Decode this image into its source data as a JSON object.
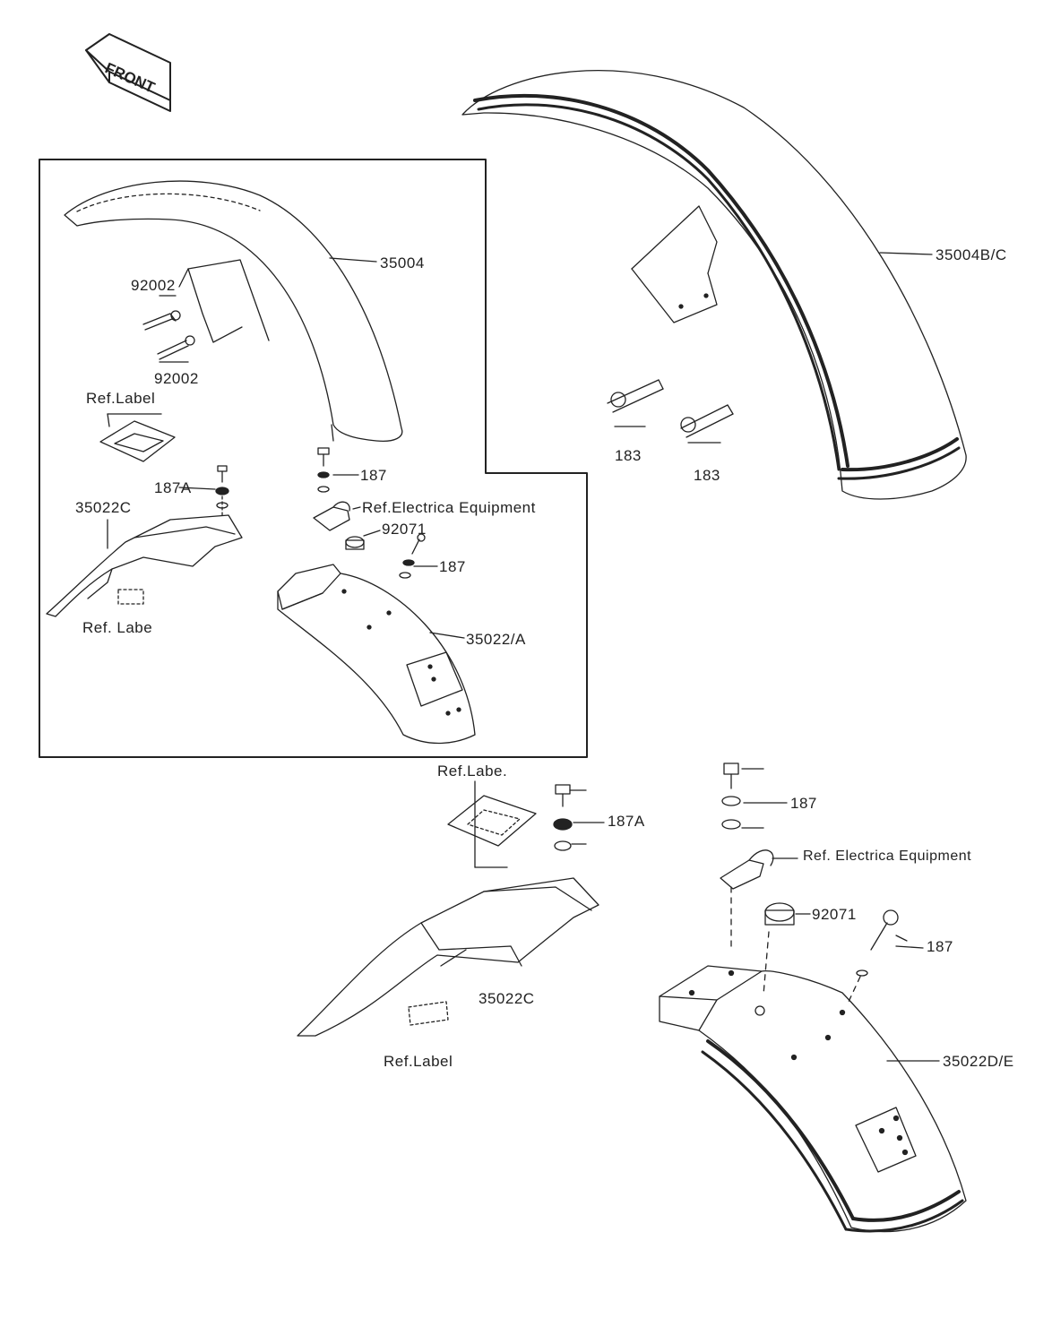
{
  "front_badge": {
    "text": "FRONT"
  },
  "labels": {
    "p35004": "35004",
    "p92002_top": "92002",
    "p92002_bottom": "92002",
    "ref_label_1": "Ref.Label",
    "p187A_1": "187A",
    "p35022C_1": "35022C",
    "ref_label_2": "Ref. Labe",
    "p187_1": "187",
    "ref_elec_1": "Ref.Electrica Equipment",
    "p92071_1": "92071",
    "p187_2": "187",
    "p35022A": "35022/A",
    "p35004BC": "35004B/C",
    "p183_1": "183",
    "p183_2": "183",
    "ref_label_3": "Ref.Labe.",
    "p187A_2": "187A",
    "p35022C_2": "35022C",
    "ref_label_4": "Ref.Label",
    "p187_3": "187",
    "ref_elec_2": "Ref. Electrica Equipment",
    "p92071_2": "92071",
    "p187_4": "187",
    "p35022DE": "35022D/E"
  }
}
